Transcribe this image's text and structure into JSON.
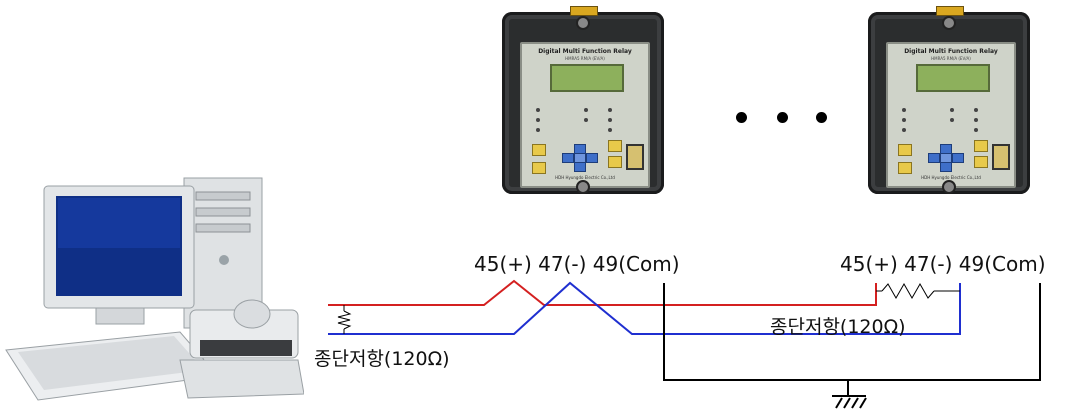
{
  "relays": [
    {
      "title": "Digital Multi Function Relay",
      "subtitle": "HMRA5 RM/A (EV/A)",
      "brand": "HDH Hyungdo Electric Co.,Ltd"
    },
    {
      "title": "Digital Multi Function Relay",
      "subtitle": "HMRA5 RM/A (EV/A)",
      "brand": "HDH Hyungdo Electric Co.,Ltd"
    }
  ],
  "terminals": {
    "left": "45(+) 47(-) 49(Com)",
    "right": "45(+) 47(-) 49(Com)"
  },
  "resistor_labels": {
    "pc_side": "종단저항(120Ω)",
    "relay_side": "종단저항(120Ω)"
  },
  "colors": {
    "positive_line": "#d42020",
    "negative_line": "#1f2fd0",
    "common_line": "#000000"
  },
  "icons": [
    "pc-icon",
    "resistor-icon",
    "ground-icon",
    "ellipsis-dots"
  ]
}
